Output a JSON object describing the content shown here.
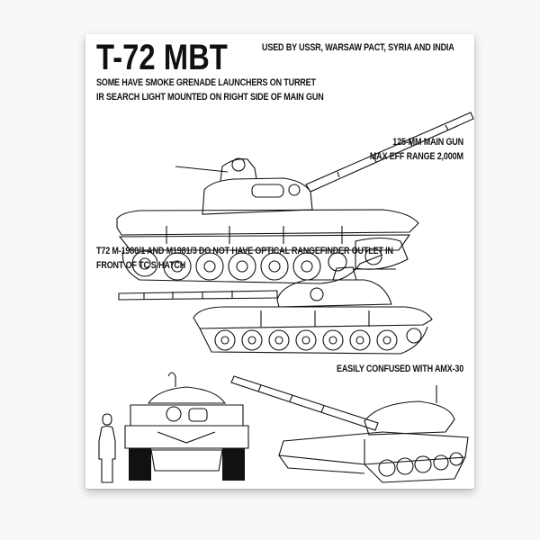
{
  "poster": {
    "title": "T-72  MBT",
    "used_by": "USED BY USSR, WARSAW PACT, SYRIA AND INDIA",
    "notes": [
      "SOME HAVE SMOKE GRENADE LAUNCHERS ON TURRET",
      "IR SEARCH LIGHT MOUNTED ON RIGHT SIDE OF MAIN GUN"
    ],
    "gun_specs": [
      "125-MM MAIN GUN",
      "MAX EFF RANGE 2,000M"
    ],
    "rangefinder_note": [
      "T72 M-1980/1 AND M1981/3 DO NOT HAVE OPTICAL RANGEFINDER OUTLET IN",
      "FRONT OF TC'S HATCH"
    ],
    "confusion_note": "EASILY CONFUSED WITH AMX-30"
  },
  "illustrations": [
    {
      "id": "side-view-gun-right",
      "icon": "tank-side-view-icon"
    },
    {
      "id": "side-view-gun-left",
      "icon": "tank-side-view-icon"
    },
    {
      "id": "front-view",
      "icon": "tank-front-view-icon"
    },
    {
      "id": "three-quarter-view",
      "icon": "tank-three-quarter-view-icon"
    },
    {
      "id": "human-scale",
      "icon": "human-silhouette-icon"
    }
  ],
  "colors": {
    "background": "#f7f7f7",
    "panel": "#ffffff",
    "ink": "#111111"
  }
}
